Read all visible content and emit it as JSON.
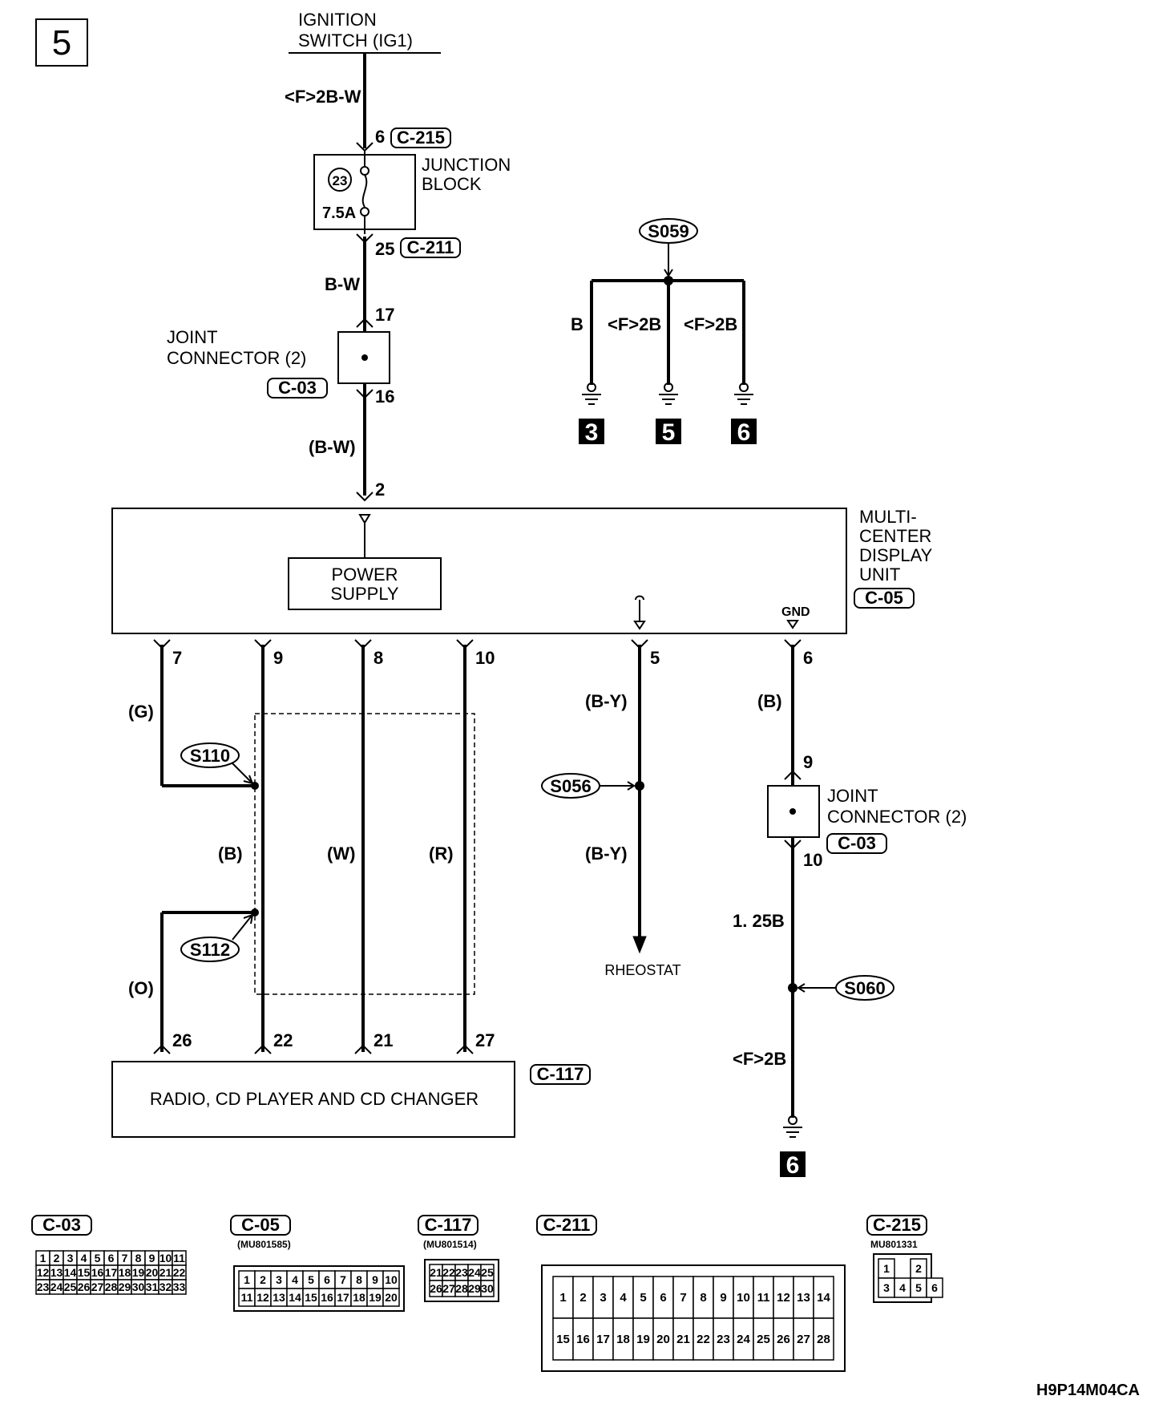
{
  "page_number": "5",
  "ignition": {
    "line1": "IGNITION",
    "line2": "SWITCH (IG1)",
    "wire": "<F>2B-W"
  },
  "junction_block": {
    "label1": "JUNCTION",
    "label2": "BLOCK",
    "fuse_no": "23",
    "fuse_rating": "7.5A",
    "pin_in": "6",
    "conn_in": "C-215",
    "pin_out": "25",
    "conn_out": "C-211"
  },
  "wire_bw": "B-W",
  "joint_connector_top": {
    "label1": "JOINT",
    "label2": "CONNECTOR (2)",
    "conn": "C-03",
    "pin_in": "17",
    "pin_out": "16"
  },
  "wire_bw_paren": "(B-W)",
  "mcdu": {
    "pin_power": "2",
    "power_supply1": "POWER",
    "power_supply2": "SUPPLY",
    "label1": "MULTI-",
    "label2": "CENTER",
    "label3": "DISPLAY",
    "label4": "UNIT",
    "conn": "C-05",
    "gnd": "GND",
    "pins": {
      "p7": "7",
      "p9": "9",
      "p8": "8",
      "p10": "10",
      "p5": "5",
      "p6": "6"
    }
  },
  "ground_splice": {
    "splice": "S059",
    "wire_b": "B",
    "wire_f2b_1": "<F>2B",
    "wire_f2b_2": "<F>2B",
    "grounds": [
      "3",
      "5",
      "6"
    ]
  },
  "audio_wires": {
    "g": "(G)",
    "b": "(B)",
    "w": "(W)",
    "r": "(R)",
    "o": "(O)",
    "s110": "S110",
    "s112": "S112"
  },
  "rheostat": {
    "wire_top": "(B-Y)",
    "splice": "S056",
    "wire_bottom": "(B-Y)",
    "label": "RHEOSTAT"
  },
  "ground_branch": {
    "wire_b": "(B)",
    "pin_in": "9",
    "pin_out": "10",
    "jc_label1": "JOINT",
    "jc_label2": "CONNECTOR (2)",
    "jc_conn": "C-03",
    "wire_125b": "1. 25B",
    "splice": "S060",
    "wire_f2b": "<F>2B",
    "ground": "6"
  },
  "radio": {
    "label": "RADIO, CD PLAYER AND CD CHANGER",
    "conn": "C-117",
    "pins": {
      "p26": "26",
      "p22": "22",
      "p21": "21",
      "p27": "27"
    }
  },
  "connectors": {
    "c03": {
      "name": "C-03",
      "rows": [
        [
          "1",
          "2",
          "3",
          "4",
          "5",
          "6",
          "7",
          "8",
          "9",
          "10",
          "11"
        ],
        [
          "12",
          "13",
          "14",
          "15",
          "16",
          "17",
          "18",
          "19",
          "20",
          "21",
          "22"
        ],
        [
          "23",
          "24",
          "25",
          "26",
          "27",
          "28",
          "29",
          "30",
          "31",
          "32",
          "33"
        ]
      ]
    },
    "c05": {
      "name": "C-05",
      "part": "(MU801585)",
      "rows": [
        [
          "1",
          "2",
          "3",
          "4",
          "5",
          "6",
          "7",
          "8",
          "9",
          "10"
        ],
        [
          "11",
          "12",
          "13",
          "14",
          "15",
          "16",
          "17",
          "18",
          "19",
          "20"
        ]
      ]
    },
    "c117": {
      "name": "C-117",
      "part": "(MU801514)",
      "rows": [
        [
          "21",
          "22",
          "23",
          "24",
          "25"
        ],
        [
          "26",
          "27",
          "28",
          "29",
          "30"
        ]
      ]
    },
    "c211": {
      "name": "C-211",
      "rows": [
        [
          "1",
          "2",
          "3",
          "4",
          "5",
          "6",
          "7",
          "8",
          "9",
          "10",
          "11",
          "12",
          "13",
          "14"
        ],
        [
          "15",
          "16",
          "17",
          "18",
          "19",
          "20",
          "21",
          "22",
          "23",
          "24",
          "25",
          "26",
          "27",
          "28"
        ]
      ]
    },
    "c215": {
      "name": "C-215",
      "part": "MU801331",
      "rows": [
        [
          "1",
          "",
          "2"
        ],
        [
          "3",
          "4",
          "5",
          "6"
        ]
      ]
    }
  },
  "footer_code": "H9P14M04CA"
}
